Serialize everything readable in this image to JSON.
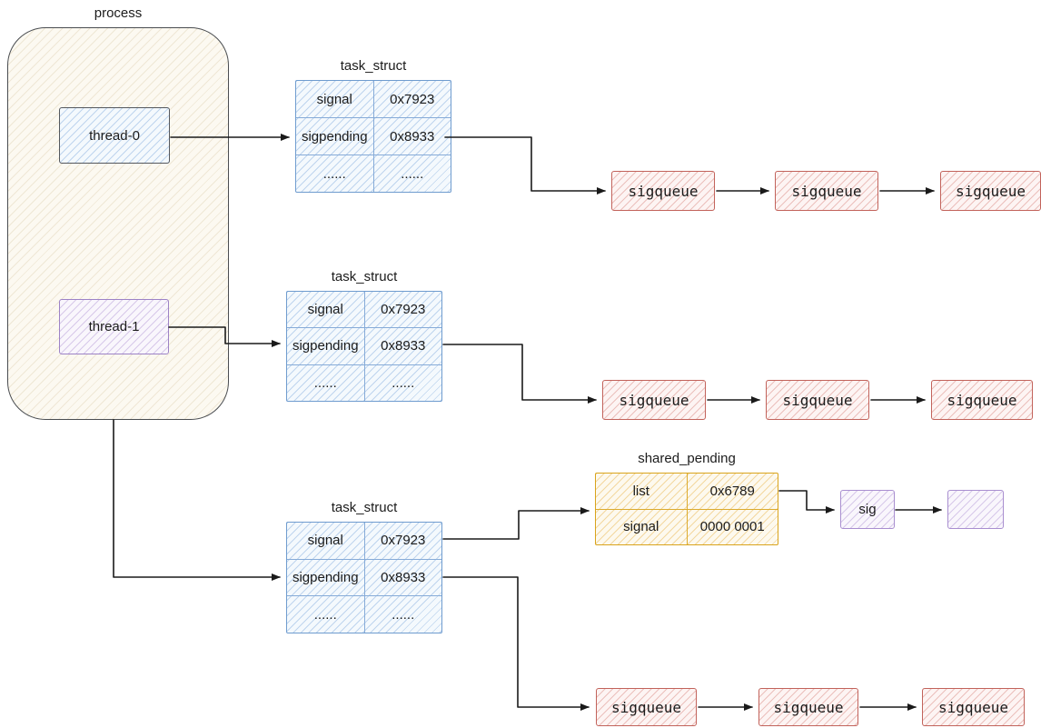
{
  "process": {
    "label": "process",
    "threads": [
      {
        "label": "thread-0"
      },
      {
        "label": "thread-1"
      }
    ]
  },
  "task_structs": [
    {
      "title": "task_struct",
      "rows": [
        [
          "signal",
          "0x7923"
        ],
        [
          "sigpending",
          "0x8933"
        ],
        [
          "......",
          "......"
        ]
      ]
    },
    {
      "title": "task_struct",
      "rows": [
        [
          "signal",
          "0x7923"
        ],
        [
          "sigpending",
          "0x8933"
        ],
        [
          "......",
          "......"
        ]
      ]
    },
    {
      "title": "task_struct",
      "rows": [
        [
          "signal",
          "0x7923"
        ],
        [
          "sigpending",
          "0x8933"
        ],
        [
          "......",
          "......"
        ]
      ]
    }
  ],
  "shared_pending": {
    "title": "shared_pending",
    "rows": [
      [
        "list",
        "0x6789"
      ],
      [
        "signal",
        "0000 0001"
      ]
    ]
  },
  "sig_nodes": [
    {
      "label": "sig"
    },
    {
      "label": ""
    }
  ],
  "sigqueue_rows": [
    [
      "sigqueue",
      "sigqueue",
      "sigqueue"
    ],
    [
      "sigqueue",
      "sigqueue",
      "sigqueue"
    ],
    [
      "sigqueue",
      "sigqueue",
      "sigqueue"
    ]
  ],
  "colors": {
    "process_border": "#4a4d51",
    "blue": "#6f9ccf",
    "red": "#c2635b",
    "purple": "#a98fd0",
    "orange": "#d9a41c",
    "arrow": "#1a1a1a"
  }
}
